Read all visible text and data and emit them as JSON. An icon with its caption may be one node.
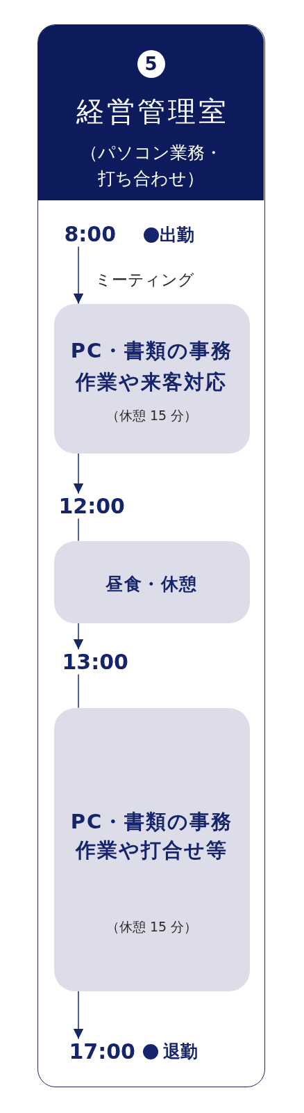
{
  "diagram": {
    "nodes": [
      {
        "text": [
          "5",
          "経営管理室",
          "（パソコン業務・打ち合わせ）"
        ]
      },
      {
        "text": [
          "8:00"
        ],
        "beside": [
          "出勤"
        ],
        "in": 0
      },
      {
        "text": [
          "PC・書類の事務作業や来客対応",
          "（休憩 15 分）"
        ],
        "in": 0
      },
      {
        "text": [
          "12:00"
        ],
        "in": 0
      },
      {
        "text": [
          "昼食・休憩"
        ],
        "in": 0
      },
      {
        "text": [
          "13:00"
        ],
        "in": 0
      },
      {
        "text": [
          "PC・書類の事務作業や打合せ等",
          "（休憩 15 分）"
        ],
        "in": 0
      },
      {
        "text": [
          "17:00"
        ],
        "beside": [
          "退勤"
        ],
        "in": 0
      }
    ],
    "edges": [
      {
        "from": 1,
        "to": 2,
        "arrow": "to",
        "label": "ミーティング"
      },
      {
        "from": 2,
        "to": 3,
        "arrow": "to"
      },
      {
        "from": 3,
        "to": 4,
        "arrow": "none"
      },
      {
        "from": 4,
        "to": 5,
        "arrow": "to"
      },
      {
        "from": 5,
        "to": 6,
        "arrow": "none"
      },
      {
        "from": 6,
        "to": 7,
        "arrow": "to"
      }
    ]
  }
}
